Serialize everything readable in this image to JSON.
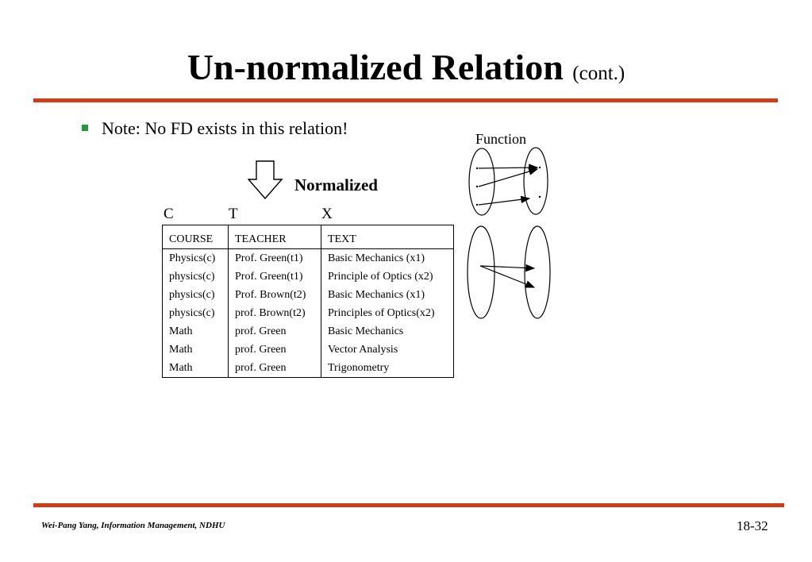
{
  "slide": {
    "title_main": "Un-normalized Relation",
    "title_sub": "(cont.)",
    "bullet": "Note: No FD exists in this relation!",
    "function_label": "Function",
    "normalized_label": "Normalized",
    "column_letters": [
      "C",
      "T",
      "X"
    ],
    "accent_color": "#d63a12",
    "bullet_color": "#1b9b3a"
  },
  "relation": {
    "headers": [
      "COURSE",
      "TEACHER",
      "TEXT"
    ],
    "rows": [
      [
        "Physics(c)",
        "Prof. Green(t1)",
        "Basic Mechanics (x1)"
      ],
      [
        "physics(c)",
        "Prof. Green(t1)",
        "Principle of Optics (x2)"
      ],
      [
        "physics(c)",
        "Prof. Brown(t2)",
        "Basic Mechanics (x1)"
      ],
      [
        "physics(c)",
        "prof. Brown(t2)",
        "Principles of Optics(x2)"
      ],
      [
        "Math",
        "prof. Green",
        "Basic Mechanics"
      ],
      [
        "Math",
        "prof. Green",
        "Vector Analysis"
      ],
      [
        "Math",
        "prof. Green",
        "Trigonometry"
      ]
    ]
  },
  "footer": {
    "author": "Wei-Pang Yang, Information Management, NDHU",
    "page_number": "18-32"
  }
}
